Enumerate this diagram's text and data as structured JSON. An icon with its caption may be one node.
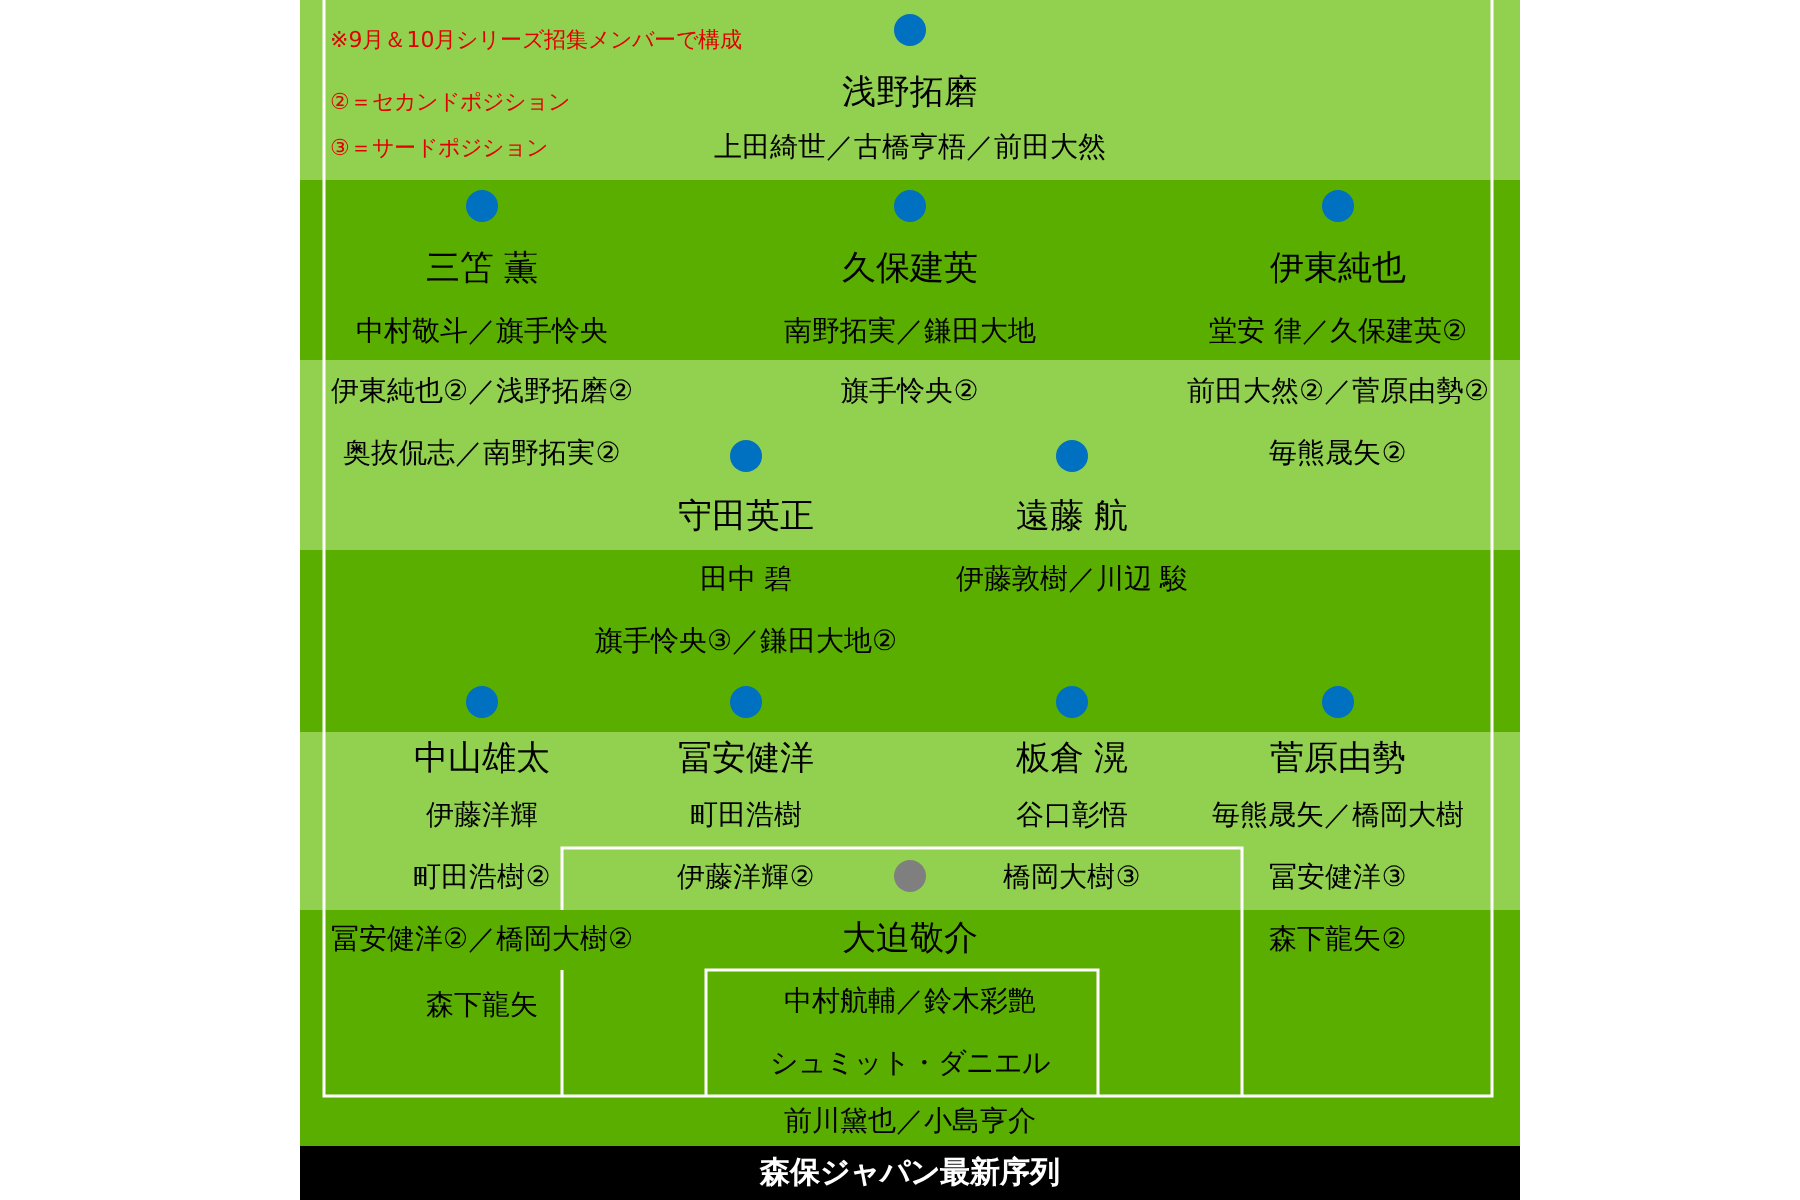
{
  "diagram": {
    "title": "森保ジャパン最新序列",
    "labels": [
      "※9月＆10月シリーズ招集メンバーで構成",
      "浅野拓磨",
      "②＝セカンドポジション",
      "③＝サードポジション",
      "上田綺世／古橋亨梧／前田大然",
      "三笘 薫",
      "久保建英",
      "伊東純也",
      "中村敬斗／旗手怜央",
      "南野拓実／鎌田大地",
      "堂安 律／久保建英②",
      "伊東純也②／浅野拓磨②",
      "旗手怜央②",
      "前田大然②／菅原由勢②",
      "奥抜侃志／南野拓実②",
      "毎熊晟矢②",
      "守田英正",
      "遠藤 航",
      "田中 碧",
      "伊藤敦樹／川辺 駿",
      "旗手怜央③／鎌田大地②",
      "中山雄太",
      "冨安健洋",
      "板倉 滉",
      "菅原由勢",
      "伊藤洋輝",
      "町田浩樹",
      "谷口彰悟",
      "毎熊晟矢／橋岡大樹",
      "町田浩樹②",
      "伊藤洋輝②",
      "橋岡大樹③",
      "冨安健洋③",
      "冨安健洋②／橋岡大樹②",
      "大迫敬介",
      "森下龍矢②",
      "森下龍矢",
      "中村航輔／鈴木彩艶",
      "シュミット・ダニエル",
      "前川黛也／小島亨介"
    ]
  }
}
